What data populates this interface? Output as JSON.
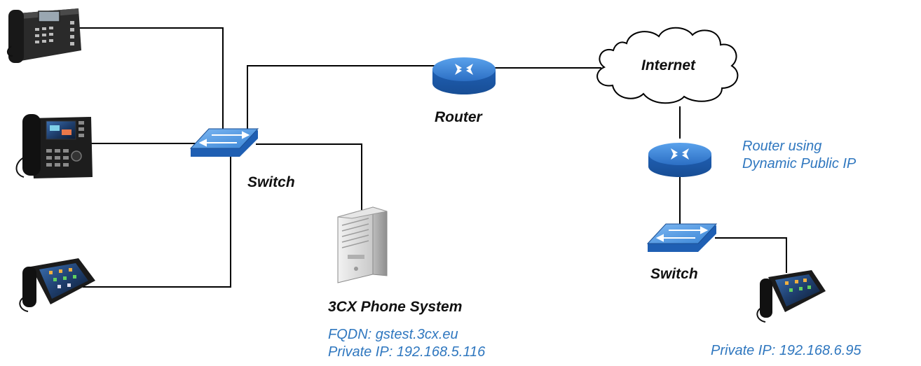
{
  "labels": {
    "router_main": "Router",
    "internet": "Internet",
    "switch_main": "Switch",
    "switch_remote": "Switch",
    "pbx_name": "3CX Phone System",
    "pbx_fqdn": "FQDN: gstest.3cx.eu",
    "pbx_ip": "Private IP: 192.168.5.116",
    "remote_router_line1": "Router using",
    "remote_router_line2": "Dynamic Public IP",
    "remote_phone_ip": "Private IP: 192.168.6.95"
  },
  "colors": {
    "device_blue": "#2f73c5",
    "label_blue": "#2f77bf",
    "line": "#000000"
  },
  "icons": [
    "desk-phone-icon",
    "color-screen-phone-icon",
    "touchscreen-phone-icon",
    "network-switch-icon",
    "router-icon",
    "server-tower-icon",
    "cloud-icon"
  ]
}
